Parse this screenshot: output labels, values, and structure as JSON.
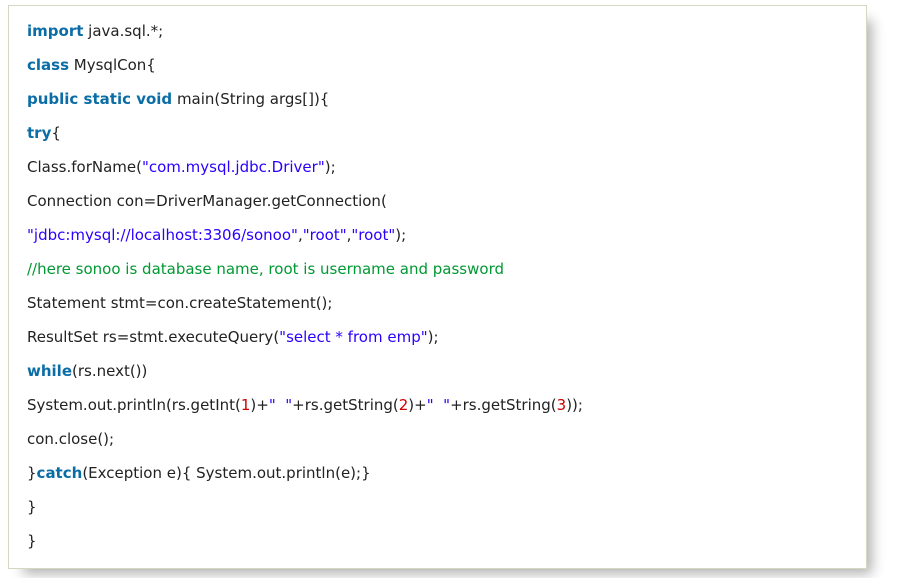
{
  "page": {
    "background": "#ffffff"
  },
  "code_box": {
    "background": "#ffffff",
    "border_color": "#d6d6c2",
    "shadow_color": "rgba(0,0,0,0.30)"
  },
  "colors": {
    "keyword": "#0b6da6",
    "plain": "#222222",
    "string": "#2a00ff",
    "comment": "#009933",
    "number": "#cc0000"
  },
  "code": {
    "language": "java",
    "lines": [
      [
        {
          "t": "keyword",
          "s": "import"
        },
        {
          "t": "plain",
          "s": " java.sql.*;"
        }
      ],
      [
        {
          "t": "keyword",
          "s": "class"
        },
        {
          "t": "plain",
          "s": " MysqlCon{"
        }
      ],
      [
        {
          "t": "keyword",
          "s": "public static void"
        },
        {
          "t": "plain",
          "s": " main(String args[]){"
        }
      ],
      [
        {
          "t": "keyword",
          "s": "try"
        },
        {
          "t": "plain",
          "s": "{"
        }
      ],
      [
        {
          "t": "plain",
          "s": "Class.forName("
        },
        {
          "t": "string",
          "s": "\"com.mysql.jdbc.Driver\""
        },
        {
          "t": "plain",
          "s": ");"
        }
      ],
      [
        {
          "t": "plain",
          "s": "Connection con=DriverManager.getConnection("
        }
      ],
      [
        {
          "t": "string",
          "s": "\"jdbc:mysql://localhost:3306/sonoo\""
        },
        {
          "t": "plain",
          "s": ","
        },
        {
          "t": "string",
          "s": "\"root\""
        },
        {
          "t": "plain",
          "s": ","
        },
        {
          "t": "string",
          "s": "\"root\""
        },
        {
          "t": "plain",
          "s": ");"
        }
      ],
      [
        {
          "t": "comment",
          "s": "//here sonoo is database name, root is username and password"
        }
      ],
      [
        {
          "t": "plain",
          "s": "Statement stmt=con.createStatement();"
        }
      ],
      [
        {
          "t": "plain",
          "s": "ResultSet rs=stmt.executeQuery("
        },
        {
          "t": "string",
          "s": "\"select * from emp\""
        },
        {
          "t": "plain",
          "s": ");"
        }
      ],
      [
        {
          "t": "keyword",
          "s": "while"
        },
        {
          "t": "plain",
          "s": "(rs.next())"
        }
      ],
      [
        {
          "t": "plain",
          "s": "System.out.println(rs.getInt("
        },
        {
          "t": "number",
          "s": "1"
        },
        {
          "t": "plain",
          "s": ")+"
        },
        {
          "t": "string",
          "s": "\"  \""
        },
        {
          "t": "plain",
          "s": "+rs.getString("
        },
        {
          "t": "number",
          "s": "2"
        },
        {
          "t": "plain",
          "s": ")+"
        },
        {
          "t": "string",
          "s": "\"  \""
        },
        {
          "t": "plain",
          "s": "+rs.getString("
        },
        {
          "t": "number",
          "s": "3"
        },
        {
          "t": "plain",
          "s": "));"
        }
      ],
      [
        {
          "t": "plain",
          "s": "con.close();"
        }
      ],
      [
        {
          "t": "plain",
          "s": "}"
        },
        {
          "t": "keyword",
          "s": "catch"
        },
        {
          "t": "plain",
          "s": "(Exception e){ System.out.println(e);}"
        }
      ],
      [
        {
          "t": "plain",
          "s": "}"
        }
      ],
      [
        {
          "t": "plain",
          "s": "}"
        }
      ]
    ]
  }
}
